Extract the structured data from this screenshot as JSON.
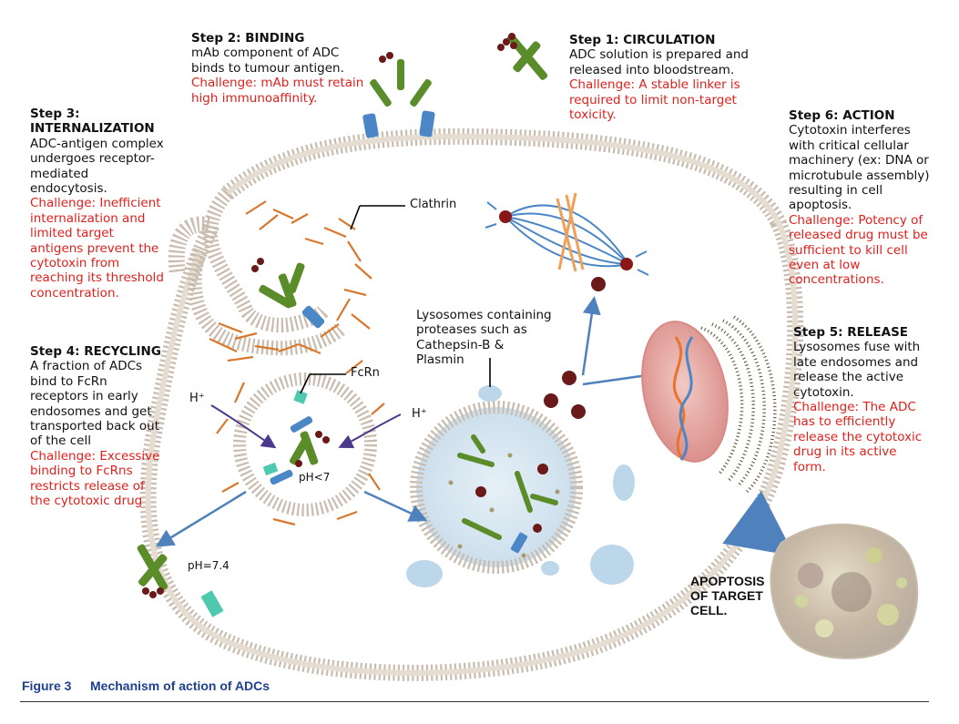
{
  "steps": {
    "step1": {
      "title": "Step 1: CIRCULATION",
      "body": "ADC solution is prepared and released into bloodstream.",
      "challenge": "Challenge: A stable linker is required to limit non-target toxicity."
    },
    "step2": {
      "title": "Step 2: BINDING",
      "body": "mAb component of ADC binds to tumour antigen.",
      "challenge": "Challenge: mAb must retain high immunoaffinity."
    },
    "step3": {
      "title": "Step 3: INTERNALIZATION",
      "body": "ADC-antigen complex undergoes receptor-mediated endocytosis.",
      "challenge": "Challenge: Inefficient internalization and limited target antigens prevent the cytotoxin from reaching its threshold concentration."
    },
    "step4": {
      "title": "Step 4: RECYCLING",
      "body": "A fraction of ADCs bind to FcRn receptors in early endosomes and get transported back out of the cell",
      "challenge": "Challenge: Excessive binding to FcRns restricts release of the cytotoxic drug"
    },
    "step5": {
      "title": "Step 5: RELEASE",
      "body": "Lysosomes fuse with late endosomes and release the active cytotoxin.",
      "challenge": "Challenge: The ADC has to efficiently release the cytotoxic drug in its active form."
    },
    "step6": {
      "title": "Step 6: ACTION",
      "body": "Cytotoxin interferes with critical cellular machinery (ex: DNA or microtubule assembly) resulting in cell apoptosis.",
      "challenge": "Challenge: Potency of released drug must be sufficient to kill cell even at low concentrations."
    }
  },
  "labels": {
    "clathrin": "Clathrin",
    "fcrn": "FcRn",
    "h_left": "H⁺",
    "h_right": "H⁺",
    "ph_endosome": "pH<7",
    "ph_outside": "pH=7.4",
    "lysosomes": "Lysosomes containing proteases such as Cathepsin-B & Plasmin",
    "apoptosis": "APOPTOSIS OF TARGET CELL."
  },
  "caption": {
    "number": "Figure 3",
    "text": "Mechanism of action of ADCs"
  },
  "colors": {
    "challenge_text": "#e0201c",
    "caption_text": "#1f3f8f",
    "antibody": "#5a8c2a",
    "payload": "#6b1a1a",
    "antigen": "#4b86c6",
    "clathrin": "#d8782c",
    "arrow": "#4f81bd",
    "membrane": "#c9bcae",
    "lysosome_fill": "#d7e7f2"
  }
}
